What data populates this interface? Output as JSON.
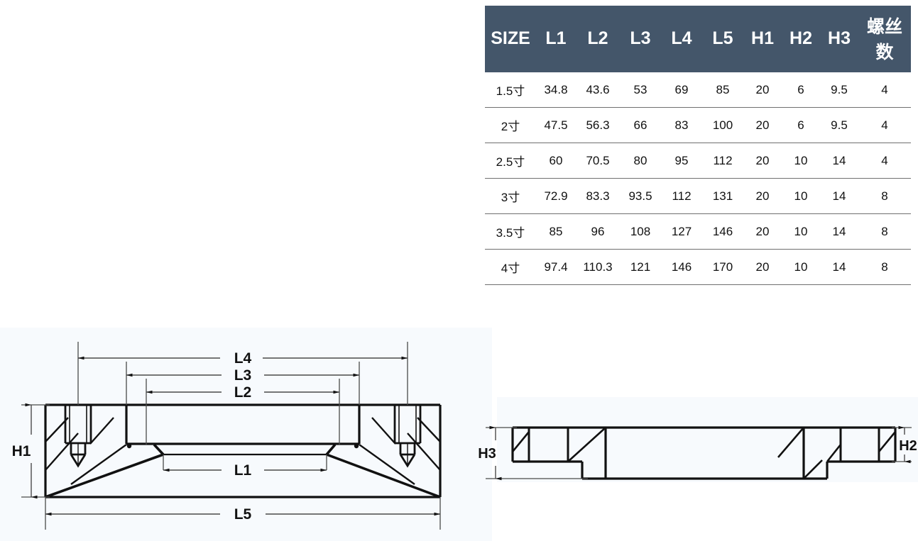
{
  "table": {
    "name": "flange-specification-table",
    "headers": [
      "SIZE",
      "L1",
      "L2",
      "L3",
      "L4",
      "L5",
      "H1",
      "H2",
      "H3",
      "螺丝数"
    ],
    "header_bg": "#44566a",
    "header_fg": "#ffffff",
    "rows": [
      {
        "size": "1.5寸",
        "L1": "34.8",
        "L2": "43.6",
        "L3": "53",
        "L4": "69",
        "L5": "85",
        "H1": "20",
        "H2": "6",
        "H3": "9.5",
        "screws": "4"
      },
      {
        "size": "2寸",
        "L1": "47.5",
        "L2": "56.3",
        "L3": "66",
        "L4": "83",
        "L5": "100",
        "H1": "20",
        "H2": "6",
        "H3": "9.5",
        "screws": "4"
      },
      {
        "size": "2.5寸",
        "L1": "60",
        "L2": "70.5",
        "L3": "80",
        "L4": "95",
        "L5": "112",
        "H1": "20",
        "H2": "10",
        "H3": "14",
        "screws": "4"
      },
      {
        "size": "3寸",
        "L1": "72.9",
        "L2": "83.3",
        "L3": "93.5",
        "L4": "112",
        "L5": "131",
        "H1": "20",
        "H2": "10",
        "H3": "14",
        "screws": "8"
      },
      {
        "size": "3.5寸",
        "L1": "85",
        "L2": "96",
        "L3": "108",
        "L4": "127",
        "L5": "146",
        "H1": "20",
        "H2": "10",
        "H3": "14",
        "screws": "8"
      },
      {
        "size": "4寸",
        "L1": "97.4",
        "L2": "110.3",
        "L3": "121",
        "L4": "146",
        "L5": "170",
        "H1": "20",
        "H2": "10",
        "H3": "14",
        "screws": "8"
      }
    ]
  },
  "front_view": {
    "name": "flange-front-section-view",
    "background": "#f7fafd",
    "dimensions": {
      "L4": "L4",
      "L3": "L3",
      "L2": "L2",
      "L1": "L1",
      "L5": "L5",
      "H1": "H1"
    }
  },
  "side_view": {
    "name": "flange-side-section-view",
    "background": "#f7fafd",
    "dimensions": {
      "H3": "H3",
      "H2": "H2"
    }
  }
}
